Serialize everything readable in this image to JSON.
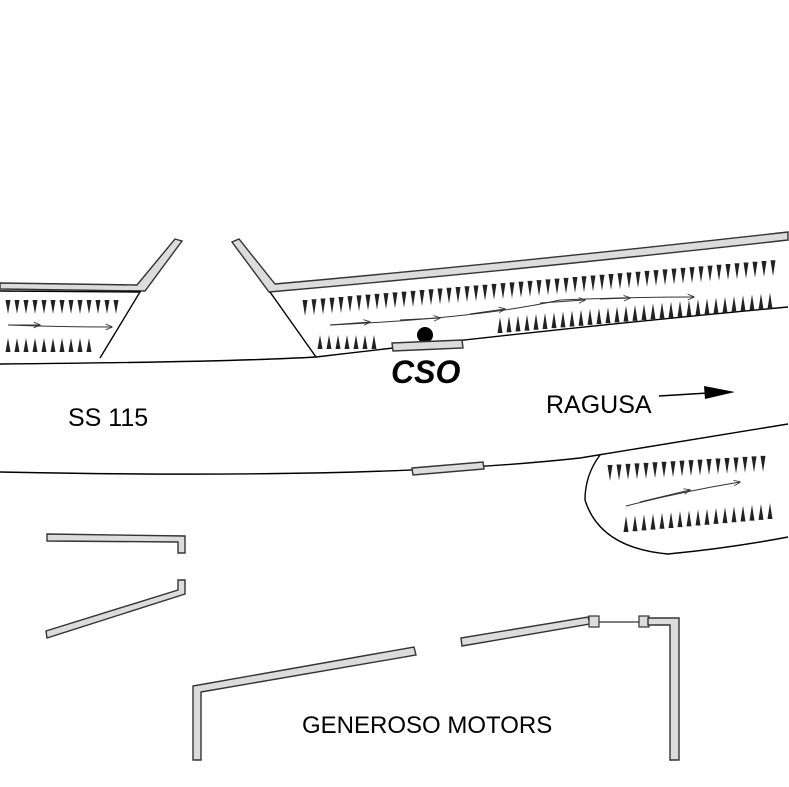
{
  "road": {
    "name": "SS 115"
  },
  "direction": {
    "label": "RAGUSA",
    "arrow": "right-arrow"
  },
  "station": {
    "label": "CSO"
  },
  "business": {
    "label": "GENEROSO MOTORS"
  },
  "colors": {
    "ink": "#000000",
    "wall_fill": "#dcdcdc",
    "background": "#ffffff"
  }
}
